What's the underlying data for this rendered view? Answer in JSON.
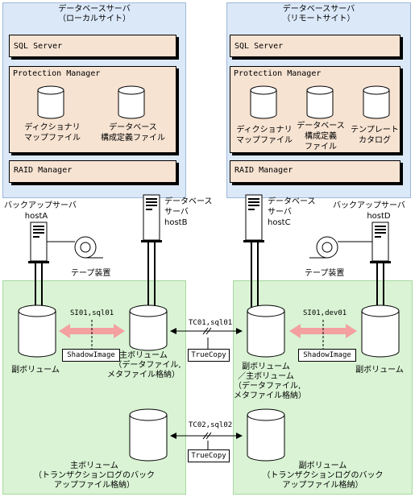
{
  "local_site": {
    "title": "データベースサーバ",
    "subtitle": "（ローカルサイト）",
    "sql_label": "SQL Server",
    "pm_label": "Protection Manager",
    "dict_label": [
      "ディクショナリ",
      "マップファイル"
    ],
    "dbconf_label": [
      "データベース",
      "構成定義ファイル"
    ],
    "raid_label": "RAID Manager"
  },
  "remote_site": {
    "title": "データベースサーバ",
    "subtitle": "（リモートサイト）",
    "sql_label": "SQL Server",
    "pm_label": "Protection Manager",
    "dict_label": [
      "ディクショナリ",
      "マップファイル"
    ],
    "dbconf_label": [
      "データベース",
      "構成定義",
      "ファイル"
    ],
    "template_label": [
      "テンプレート",
      "カタログ"
    ],
    "raid_label": "RAID Manager"
  },
  "hosts": {
    "a": {
      "line1": "バックアップサーバ",
      "line2": "hostA"
    },
    "b": {
      "line1": "データベース",
      "line2": "サーバ",
      "line3": "hostB"
    },
    "c": {
      "line1": "データベース",
      "line2": "サーバ",
      "line3": "hostC"
    },
    "d": {
      "line1": "バックアップサーバ",
      "line2": "hostD"
    }
  },
  "tape_left": "テープ装置",
  "tape_right": "テープ装置",
  "left_storage": {
    "pair_label": "SI01,sql01",
    "shadowimage": "ShadowImage",
    "sub_volume": "副ボリューム",
    "main_volume": [
      "主ボリューム",
      "（データファイル,",
      "メタファイル格納）"
    ],
    "log_volume": [
      "主ボリューム",
      "（トランザクションログのバック",
      "アップファイル格納）"
    ]
  },
  "right_storage": {
    "pair_label": "SI01,dev01",
    "shadowimage": "ShadowImage",
    "mid_volume": [
      "副ボリューム",
      "／主ボリューム",
      "（データファイル,",
      "メタファイル格納）"
    ],
    "sub_volume": "副ボリューム",
    "log_volume": [
      "副ボリューム",
      "（トランザクションログのバック",
      "アップファイル格納）"
    ]
  },
  "links": {
    "tc1_label": "TC01,sql01",
    "tc1_name": "TrueCopy",
    "tc2_label": "TC02,sql02",
    "tc2_name": "TrueCopy"
  },
  "colors": {
    "server_zone": "#dbe8f8",
    "storage_zone": "#d9f3d4",
    "software_box": "#f7e3d2",
    "pair_arrow": "#f4a0a0"
  }
}
